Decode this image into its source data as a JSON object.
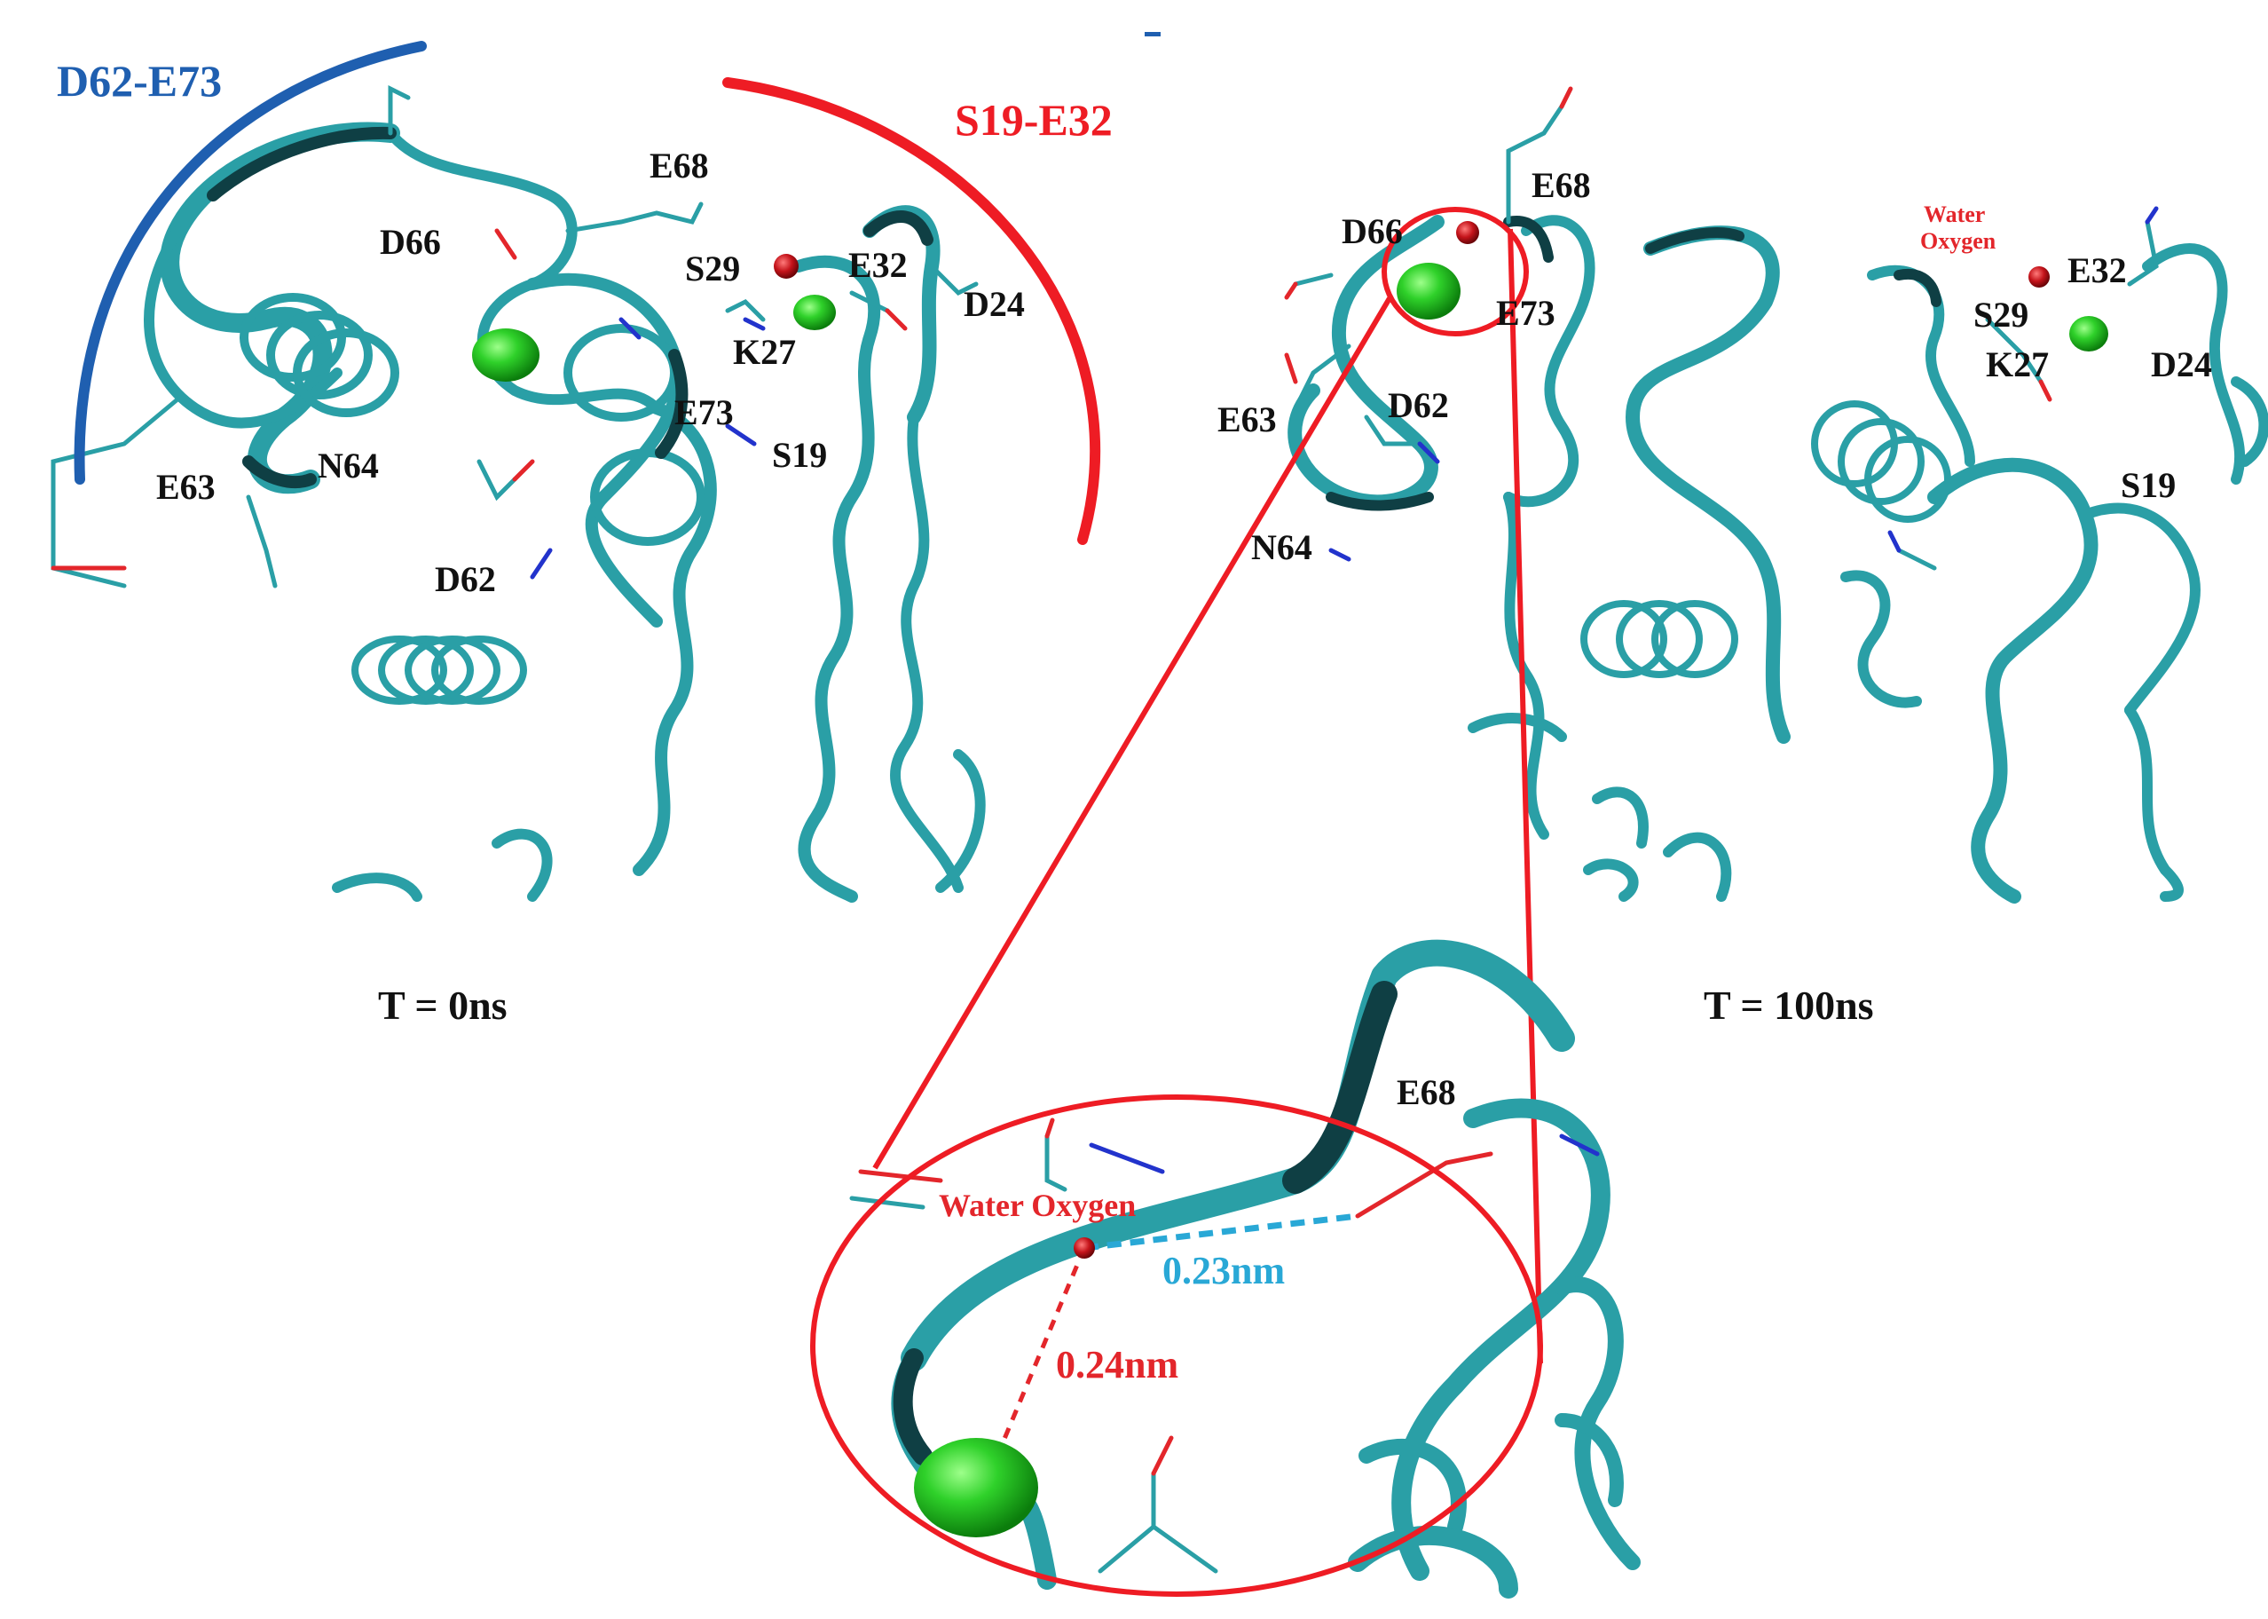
{
  "colors": {
    "ribbon": "#2a9fa6",
    "ribbon_dark": "#0f5257",
    "ion": "#22c41e",
    "water": "#c4131a",
    "highlight_red": "#ee1c24",
    "highlight_blue": "#1f5fb0",
    "distance_blue": "#29a8d6"
  },
  "regions": {
    "left_arc_label": "D62-E73",
    "right_arc_label": "S19-E32"
  },
  "panels": {
    "left": {
      "time_label": "T = 0ns",
      "residues": {
        "e68": "E68",
        "d66": "D66",
        "s29": "S29",
        "e32": "E32",
        "d24": "D24",
        "k27": "K27",
        "e73": "E73",
        "s19": "S19",
        "e63": "E63",
        "n64": "N64",
        "d62": "D62"
      }
    },
    "right": {
      "time_label": "T = 100ns",
      "water_label_line1": "Water",
      "water_label_line2": "Oxygen",
      "residues": {
        "d66": "D66",
        "e68": "E68",
        "e73": "E73",
        "e63": "E63",
        "d62": "D62",
        "n64": "N64",
        "e32": "E32",
        "s29": "S29",
        "k27": "K27",
        "d24": "D24",
        "s19": "S19"
      }
    },
    "zoom": {
      "residue": "E68",
      "water_label": "Water Oxygen",
      "distance_blue": "0.23nm",
      "distance_red": "0.24nm"
    }
  }
}
